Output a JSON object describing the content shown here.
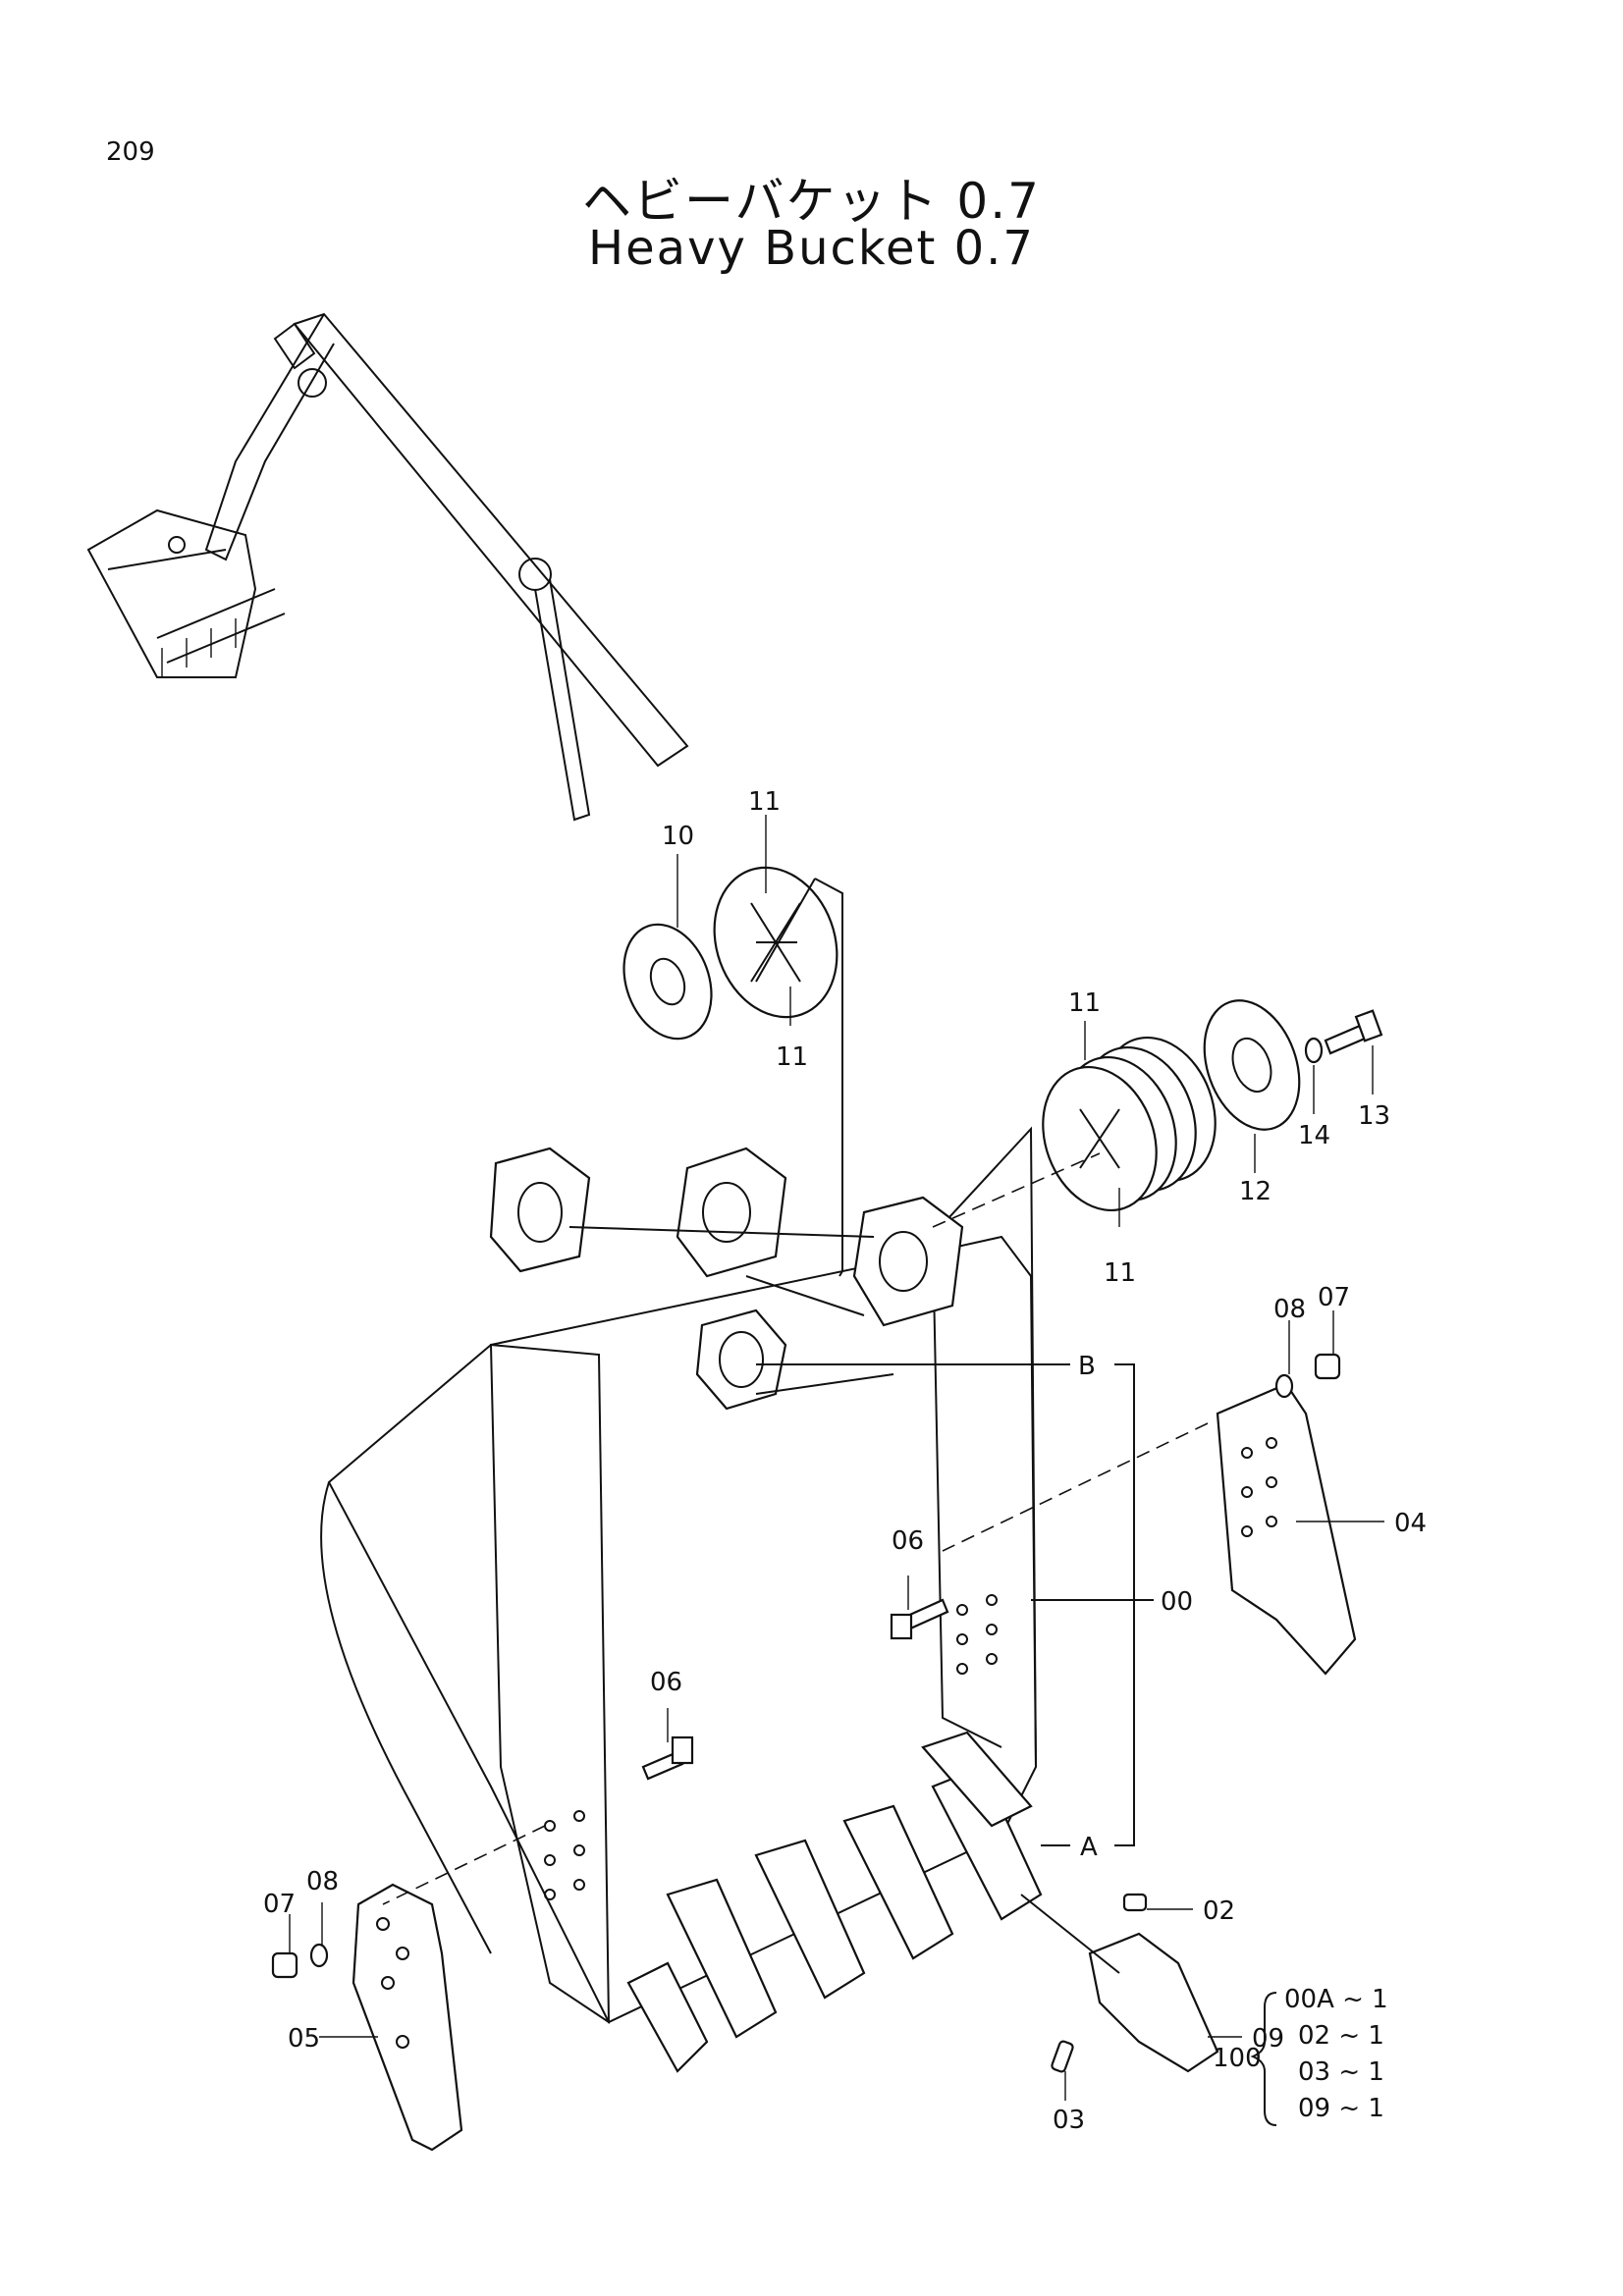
{
  "page_number": "209",
  "title_jp": "ヘビーバケット 0.7",
  "title_en": "Heavy Bucket 0.7",
  "callouts": {
    "c10": "10",
    "c11a": "11",
    "c11b": "11",
    "c11c": "11",
    "c11d": "11",
    "c12": "12",
    "c13": "13",
    "c14": "14",
    "c07a": "07",
    "c08a": "08",
    "c07b": "07",
    "c08b": "08",
    "c04": "04",
    "c05": "05",
    "c06a": "06",
    "c06b": "06",
    "c00": "00",
    "cA": "A",
    "cB": "B",
    "c02": "02",
    "c03": "03",
    "c09": "09"
  },
  "kit": {
    "label": "100",
    "rows": [
      "00A ~ 1",
      "02 ~ 1",
      "03 ~ 1",
      "09 ~ 1"
    ]
  }
}
